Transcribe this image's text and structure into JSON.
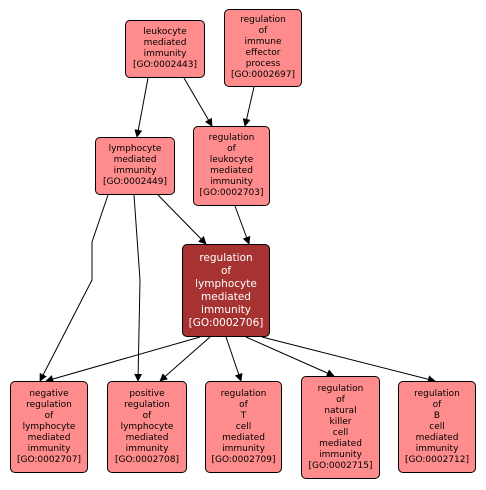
{
  "graph": {
    "colors": {
      "node_fill": "#ff8c8c",
      "focus_fill": "#a63232",
      "edge": "#000000"
    },
    "nodes": [
      {
        "id": "n2443",
        "lines": [
          "leukocyte",
          "mediated",
          "immunity",
          "[GO:0002443]"
        ]
      },
      {
        "id": "n2697",
        "lines": [
          "regulation",
          "of",
          "immune",
          "effector",
          "process",
          "[GO:0002697]"
        ]
      },
      {
        "id": "n2449",
        "lines": [
          "lymphocyte",
          "mediated",
          "immunity",
          "[GO:0002449]"
        ]
      },
      {
        "id": "n2703",
        "lines": [
          "regulation",
          "of",
          "leukocyte",
          "mediated",
          "immunity",
          "[GO:0002703]"
        ]
      },
      {
        "id": "n2706",
        "lines": [
          "regulation",
          "of",
          "lymphocyte",
          "mediated",
          "immunity",
          "[GO:0002706]"
        ],
        "focus": true
      },
      {
        "id": "n2707",
        "lines": [
          "negative",
          "regulation",
          "of",
          "lymphocyte",
          "mediated",
          "immunity",
          "[GO:0002707]"
        ]
      },
      {
        "id": "n2708",
        "lines": [
          "positive",
          "regulation",
          "of",
          "lymphocyte",
          "mediated",
          "immunity",
          "[GO:0002708]"
        ]
      },
      {
        "id": "n2709",
        "lines": [
          "regulation",
          "of",
          "T",
          "cell",
          "mediated",
          "immunity",
          "[GO:0002709]"
        ]
      },
      {
        "id": "n2715",
        "lines": [
          "regulation",
          "of",
          "natural",
          "killer",
          "cell",
          "mediated",
          "immunity",
          "[GO:0002715]"
        ]
      },
      {
        "id": "n2712",
        "lines": [
          "regulation",
          "of",
          "B",
          "cell",
          "mediated",
          "immunity",
          "[GO:0002712]"
        ]
      }
    ],
    "edges": [
      {
        "from": "n2443",
        "to": "n2449"
      },
      {
        "from": "n2443",
        "to": "n2703"
      },
      {
        "from": "n2697",
        "to": "n2703"
      },
      {
        "from": "n2449",
        "to": "n2706"
      },
      {
        "from": "n2703",
        "to": "n2706"
      },
      {
        "from": "n2449",
        "to": "n2707"
      },
      {
        "from": "n2449",
        "to": "n2708"
      },
      {
        "from": "n2706",
        "to": "n2707"
      },
      {
        "from": "n2706",
        "to": "n2708"
      },
      {
        "from": "n2706",
        "to": "n2709"
      },
      {
        "from": "n2706",
        "to": "n2715"
      },
      {
        "from": "n2706",
        "to": "n2712"
      }
    ]
  }
}
